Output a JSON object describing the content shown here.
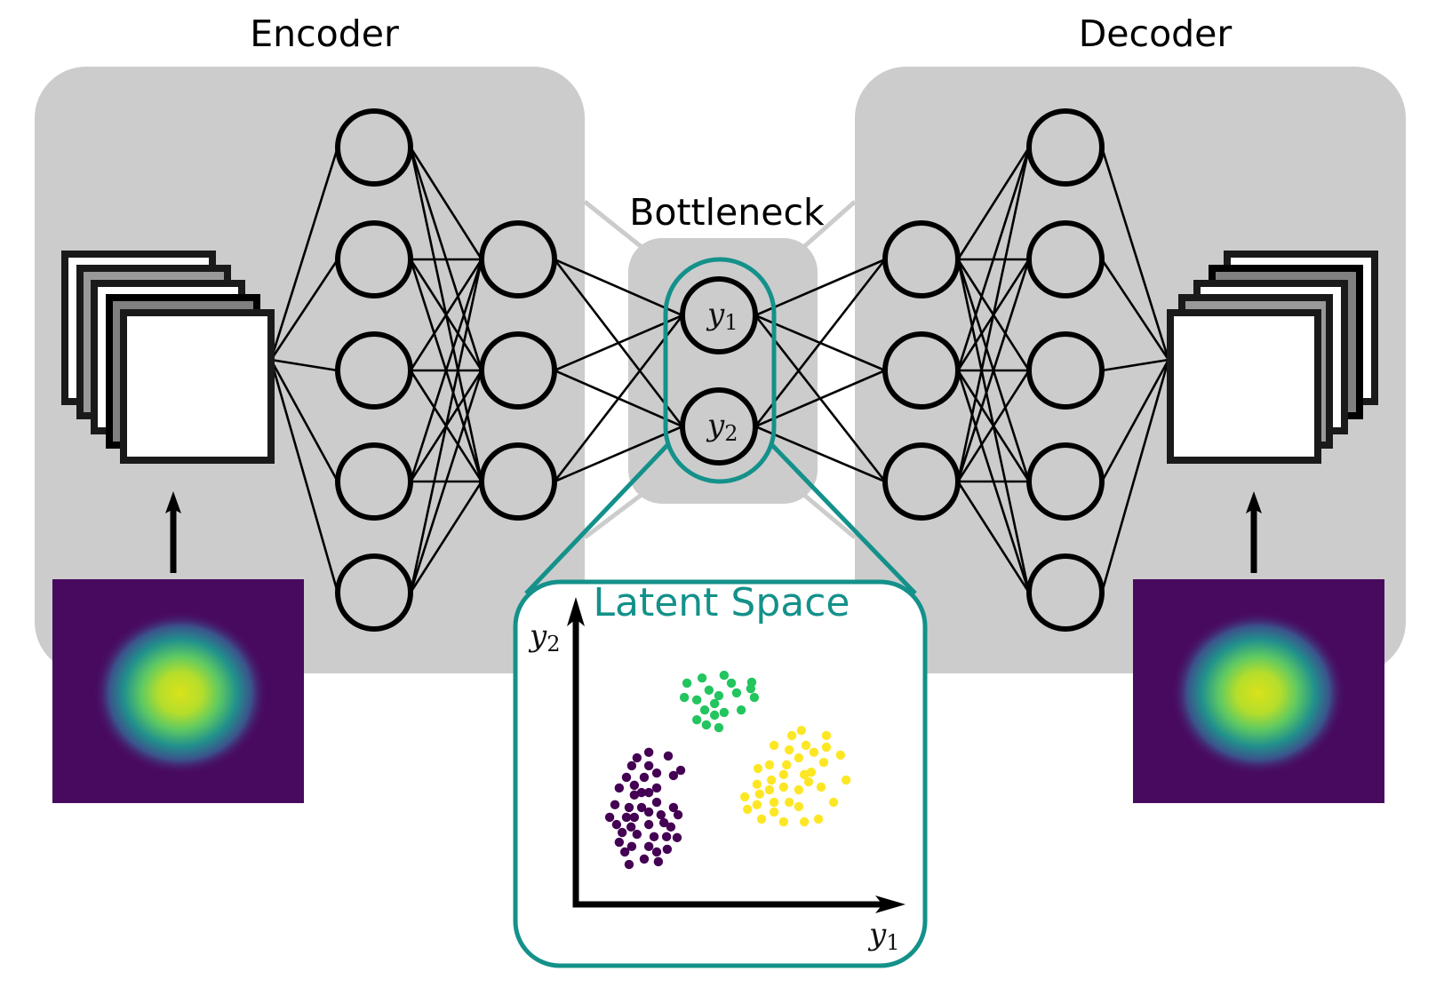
{
  "labels": {
    "encoder": "Encoder",
    "decoder": "Decoder",
    "bottleneck": "Bottleneck",
    "latent_space": "Latent Space",
    "latent_nodes": [
      {
        "var": "y",
        "sub": "1"
      },
      {
        "var": "y",
        "sub": "2"
      }
    ],
    "x_axis": {
      "var": "y",
      "sub": "1"
    },
    "y_axis": {
      "var": "y",
      "sub": "2"
    }
  },
  "network": {
    "encoder_layers": [
      5,
      3
    ],
    "bottleneck_units": 2,
    "decoder_layers": [
      3,
      5
    ],
    "input_stack_frames": [
      "#ffffff",
      "#999999",
      "#ffffff",
      "#808080",
      "#ffffff"
    ],
    "output_stack_frames": [
      "#ffffff",
      "#999999",
      "#ffffff",
      "#808080",
      "#ffffff"
    ]
  },
  "colors": {
    "panel": "#cccccc",
    "accent_teal": "#13918a",
    "cluster_purple": "#440154",
    "cluster_green": "#22c55e",
    "cluster_yellow": "#fde725"
  },
  "chart_data": {
    "type": "scatter",
    "title": "Latent Space",
    "xlabel": "y1",
    "ylabel": "y2",
    "xlim": [
      0,
      100
    ],
    "ylim": [
      0,
      100
    ],
    "grid": false,
    "series": [
      {
        "name": "cluster-green",
        "color": "#22c55e",
        "points": [
          [
            33.8,
            72.6
          ],
          [
            38.4,
            74.3
          ],
          [
            45.1,
            75.2
          ],
          [
            47.3,
            72.6
          ],
          [
            53.5,
            72.9
          ],
          [
            53.2,
            70.8
          ],
          [
            54.3,
            67.9
          ],
          [
            33.0,
            67.9
          ],
          [
            36.8,
            67.1
          ],
          [
            40.5,
            70.3
          ],
          [
            43.5,
            68.5
          ],
          [
            48.9,
            69.4
          ],
          [
            42.2,
            65.9
          ],
          [
            39.2,
            63.8
          ],
          [
            42.2,
            62.1
          ],
          [
            45.1,
            63.0
          ],
          [
            50.3,
            63.8
          ],
          [
            36.8,
            60.6
          ],
          [
            39.7,
            58.9
          ],
          [
            43.5,
            58.0
          ]
        ]
      },
      {
        "name": "cluster-purple",
        "color": "#440154",
        "points": [
          [
            22.2,
            49.9
          ],
          [
            18.6,
            48.1
          ],
          [
            28.1,
            48.7
          ],
          [
            17.0,
            45.5
          ],
          [
            22.2,
            45.5
          ],
          [
            24.6,
            43.1
          ],
          [
            31.9,
            44.0
          ],
          [
            29.7,
            42.3
          ],
          [
            15.4,
            41.7
          ],
          [
            20.8,
            41.7
          ],
          [
            13.2,
            38.2
          ],
          [
            17.8,
            39.1
          ],
          [
            24.6,
            38.2
          ],
          [
            17.8,
            35.9
          ],
          [
            20.0,
            36.7
          ],
          [
            22.2,
            36.7
          ],
          [
            24.6,
            33.5
          ],
          [
            11.9,
            32.7
          ],
          [
            16.2,
            31.8
          ],
          [
            20.0,
            31.8
          ],
          [
            29.7,
            31.8
          ],
          [
            22.2,
            30.3
          ],
          [
            10.3,
            28.6
          ],
          [
            15.4,
            28.6
          ],
          [
            17.8,
            28.6
          ],
          [
            25.9,
            29.4
          ],
          [
            31.1,
            29.4
          ],
          [
            12.4,
            26.2
          ],
          [
            16.8,
            25.4
          ],
          [
            22.2,
            26.2
          ],
          [
            26.8,
            26.8
          ],
          [
            28.9,
            25.4
          ],
          [
            14.1,
            23.6
          ],
          [
            18.6,
            23.0
          ],
          [
            23.8,
            22.2
          ],
          [
            27.6,
            22.2
          ],
          [
            30.8,
            21.9
          ],
          [
            13.2,
            20.4
          ],
          [
            17.0,
            19.0
          ],
          [
            22.2,
            19.0
          ],
          [
            24.6,
            17.2
          ],
          [
            27.8,
            18.1
          ],
          [
            14.9,
            17.2
          ],
          [
            20.8,
            14.9
          ],
          [
            16.2,
            13.1
          ],
          [
            25.1,
            14.0
          ]
        ]
      },
      {
        "name": "cluster-yellow",
        "color": "#fde725",
        "points": [
          [
            68.6,
            57.1
          ],
          [
            65.7,
            55.4
          ],
          [
            76.2,
            55.4
          ],
          [
            60.3,
            52.2
          ],
          [
            70.0,
            52.2
          ],
          [
            76.2,
            51.6
          ],
          [
            64.9,
            50.7
          ],
          [
            72.4,
            49.9
          ],
          [
            67.8,
            48.1
          ],
          [
            80.5,
            49.0
          ],
          [
            75.4,
            46.6
          ],
          [
            58.9,
            45.8
          ],
          [
            64.1,
            45.8
          ],
          [
            55.4,
            44.6
          ],
          [
            71.6,
            43.4
          ],
          [
            63.2,
            42.6
          ],
          [
            69.5,
            42.6
          ],
          [
            59.5,
            40.8
          ],
          [
            82.2,
            40.8
          ],
          [
            70.8,
            40.2
          ],
          [
            55.1,
            39.4
          ],
          [
            63.2,
            38.5
          ],
          [
            67.8,
            37.6
          ],
          [
            74.6,
            38.5
          ],
          [
            58.9,
            37.6
          ],
          [
            55.9,
            36.2
          ],
          [
            51.4,
            35.3
          ],
          [
            60.3,
            33.5
          ],
          [
            64.9,
            33.5
          ],
          [
            78.4,
            33.5
          ],
          [
            55.1,
            32.7
          ],
          [
            67.8,
            32.1
          ],
          [
            52.2,
            31.2
          ],
          [
            60.3,
            30.3
          ],
          [
            56.5,
            28.0
          ],
          [
            63.2,
            27.1
          ],
          [
            69.5,
            27.1
          ],
          [
            73.8,
            28.0
          ]
        ]
      }
    ]
  }
}
